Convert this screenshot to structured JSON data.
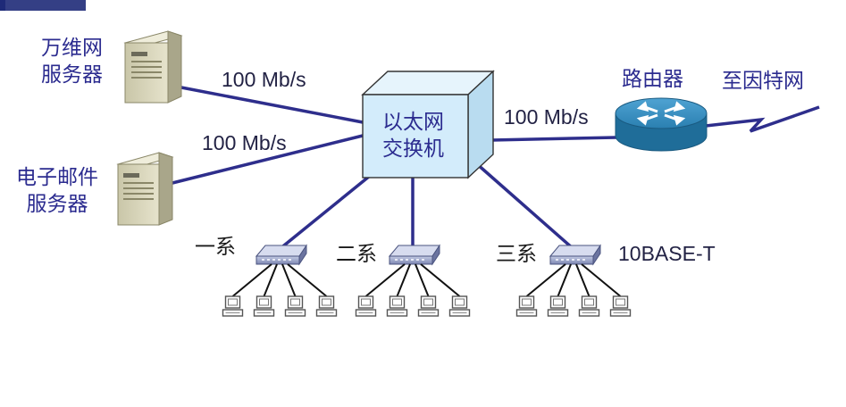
{
  "web_server": {
    "line1": "万维网",
    "line2": "服务器"
  },
  "mail_server": {
    "line1": "电子邮件",
    "line2": "服务器"
  },
  "switch": {
    "line1": "以太网",
    "line2": "交换机"
  },
  "router_label": "路由器",
  "internet_label": "至因特网",
  "links": {
    "web_speed": "100 Mb/s",
    "mail_speed": "100 Mb/s",
    "router_speed": "100 Mb/s",
    "lan_type": "10BASE-T"
  },
  "departments": [
    "一系",
    "二系",
    "三系"
  ],
  "computers_per_department": 4,
  "colors": {
    "link": "#2e2e8c",
    "switch_front": "#d3ecfb",
    "router": "#2a7fb0",
    "server": "#d8d4b8",
    "text": "#2b2b8f"
  }
}
